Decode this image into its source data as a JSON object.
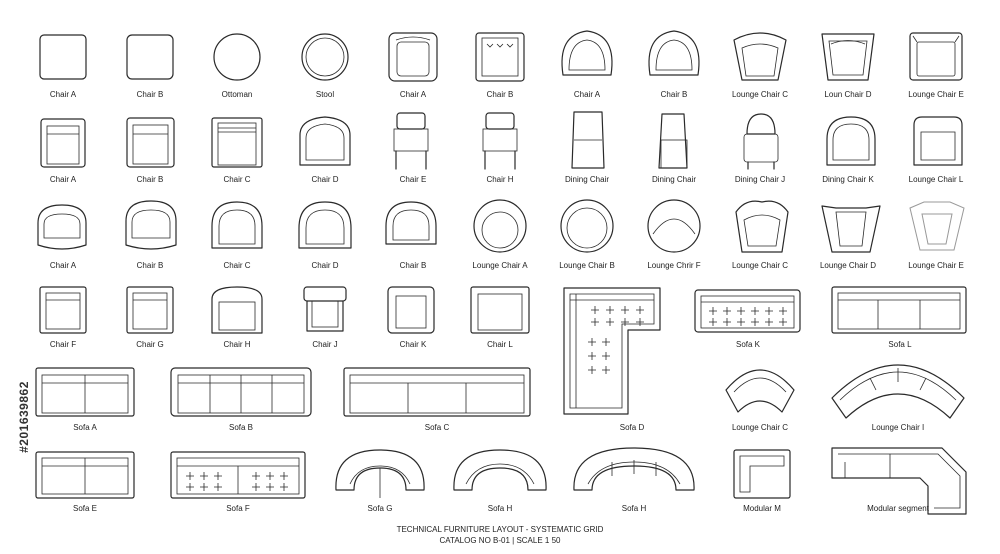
{
  "watermark_id": "#201639862",
  "footer": {
    "line1": "TECHNICAL FURNITURE LAYOUT - SYSTEMATIC GRID",
    "line2": "CATALOG NO  B-01 | SCALE 1 50"
  },
  "labels": [
    "Chair A",
    "Chair B",
    "Ottoman",
    "Stool",
    "Chair A",
    "Chair B",
    "Chair A",
    "Chair B",
    "Lounge Chair C",
    "Loun Chair D",
    "Lounge Chair E",
    "Chair A",
    "Chair B",
    "Chair C",
    "Chair D",
    "Chair E",
    "Chair H",
    "Dining Chair",
    "Dining Chair",
    "Dining Chair J",
    "Dining Chair K",
    "Lounge Chair L",
    "Chair A",
    "Chair B",
    "Chair C",
    "Chair D",
    "Chair B",
    "Lounge Chair A",
    "Lounge Chair B",
    "Lounge Chrir F",
    "Lounge Chair C",
    "Lounge Chair D",
    "Lounge Chair E",
    "Chair F",
    "Chair G",
    "Chair H",
    "Chair J",
    "Chair K",
    "Chair L",
    "Sofa D",
    "Sofa K",
    "Sofa L",
    "Sofa A",
    "Sofa B",
    "Sofa C",
    "Lounge Chair C",
    "Lounge Chair I",
    "Sofa E",
    "Sofa F",
    "Sofa G",
    "Sofa H",
    "Sofa H",
    "Modular M",
    "Modular segment"
  ]
}
